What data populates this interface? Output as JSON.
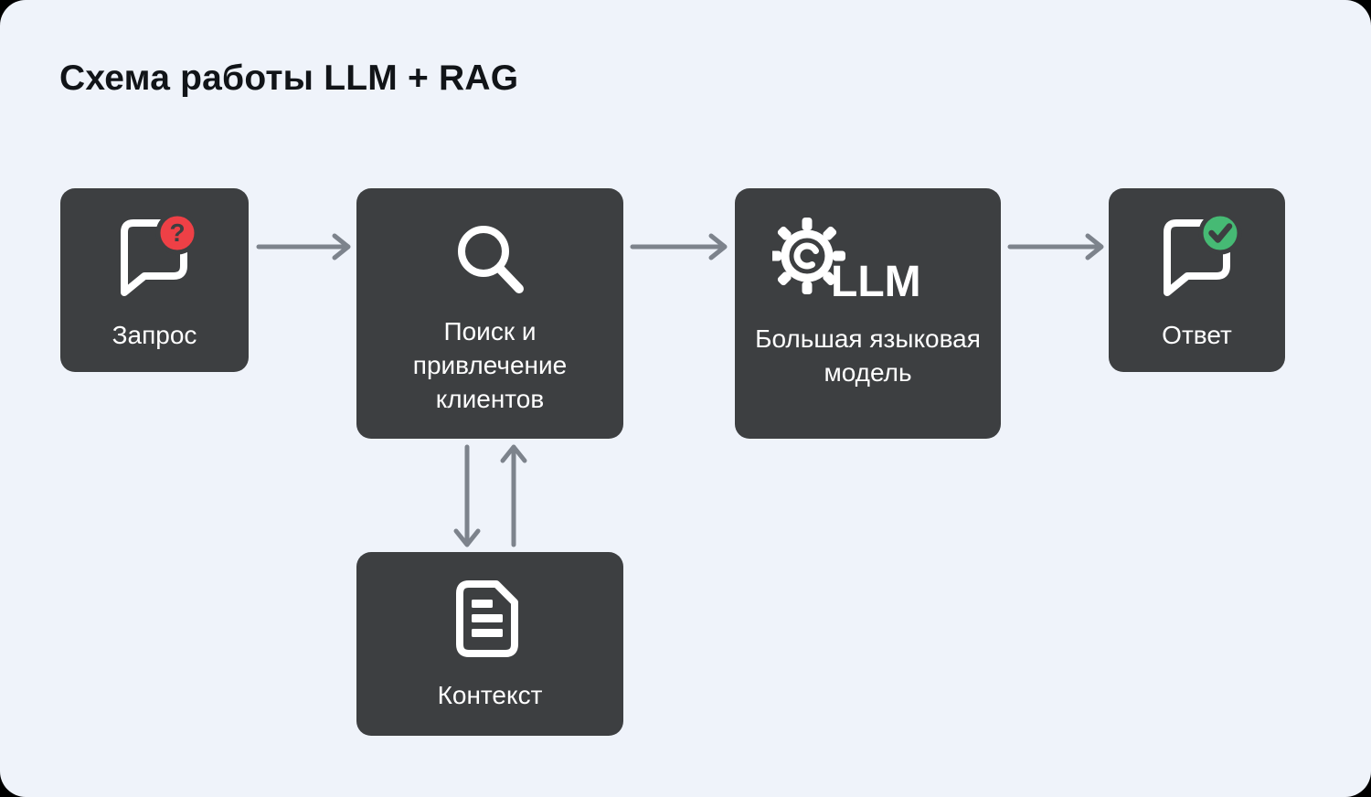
{
  "title": "Схема работы LLM + RAG",
  "colors": {
    "background": "#eff3fa",
    "frame": "#000000",
    "node_fill": "#3d3f41",
    "node_text": "#ffffff",
    "arrow": "#7d838c",
    "badge_red": "#ee4046",
    "badge_green": "#46ba74",
    "icon": "#ffffff",
    "title_text": "#111418"
  },
  "nodes": [
    {
      "id": "query",
      "label": "Запрос",
      "icon": "chat-question-icon",
      "badge": "question-badge",
      "badge_glyph": "?"
    },
    {
      "id": "search",
      "label": "Поиск и привлечение клиентов",
      "icon": "search-icon"
    },
    {
      "id": "llm",
      "label": "Большая языковая модель",
      "icon": "gear-icon",
      "icon_text": "LLM"
    },
    {
      "id": "answer",
      "label": "Ответ",
      "icon": "chat-check-icon",
      "badge": "check-badge"
    },
    {
      "id": "context",
      "label": "Контекст",
      "icon": "document-icon"
    }
  ],
  "arrows": [
    {
      "from": "query",
      "to": "search",
      "direction": "right"
    },
    {
      "from": "search",
      "to": "llm",
      "direction": "right"
    },
    {
      "from": "llm",
      "to": "answer",
      "direction": "right"
    },
    {
      "from": "search",
      "to": "context",
      "direction": "down"
    },
    {
      "from": "context",
      "to": "search",
      "direction": "up"
    }
  ]
}
